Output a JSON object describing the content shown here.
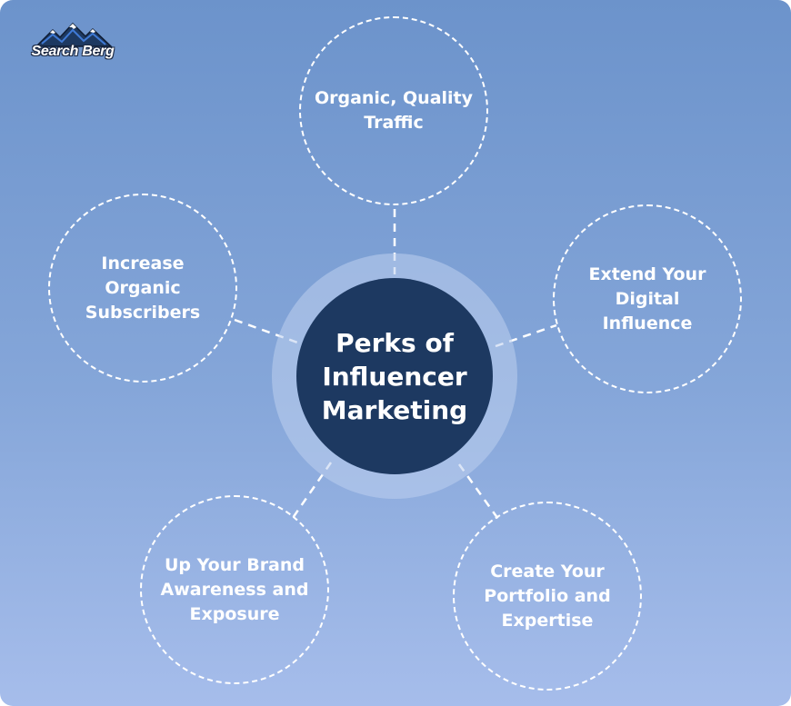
{
  "brand": {
    "logo_text": "Search Berg",
    "logo_icon": "mountain-icon"
  },
  "center": {
    "title": "Perks of Influencer Marketing"
  },
  "nodes": [
    {
      "label": "Organic, Quality Traffic"
    },
    {
      "label": "Increase Organic Subscribers"
    },
    {
      "label": "Extend Your Digital Influence"
    },
    {
      "label": "Up Your Brand Awareness and Exposure"
    },
    {
      "label": "Create Your Portfolio and Expertise"
    }
  ],
  "colors": {
    "background_top": "#6c93cb",
    "background_bottom": "#a6bdeb",
    "center_fill": "#1d3961",
    "halo": "#bed0ee",
    "dashed_lines": "#ffffff"
  }
}
